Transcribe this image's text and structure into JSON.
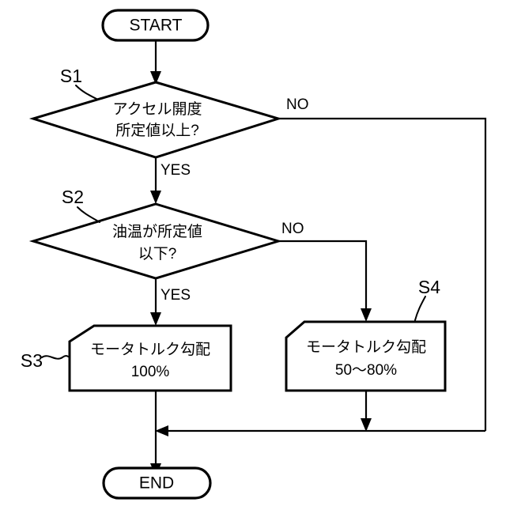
{
  "diagram": {
    "type": "flowchart",
    "title": "",
    "background_color": "#ffffff",
    "line_color": "#000000",
    "nodes": {
      "start": {
        "label": "START",
        "shape": "terminator"
      },
      "s1": {
        "step_label": "S1",
        "shape": "decision",
        "line1": "アクセル開度",
        "line2": "所定値以上?"
      },
      "s2": {
        "step_label": "S2",
        "shape": "decision",
        "line1": "油温が所定値",
        "line2": "以下?"
      },
      "s3": {
        "step_label": "S3",
        "shape": "process-chamfered",
        "line1": "モータトルク勾配",
        "line2": "100%"
      },
      "s4": {
        "step_label": "S4",
        "shape": "process-chamfered",
        "line1": "モータトルク勾配",
        "line2": "50〜80%"
      },
      "end": {
        "label": "END",
        "shape": "terminator"
      }
    },
    "branch_labels": {
      "s1_no": "NO",
      "s1_yes": "YES",
      "s2_no": "NO",
      "s2_yes": "YES"
    }
  }
}
